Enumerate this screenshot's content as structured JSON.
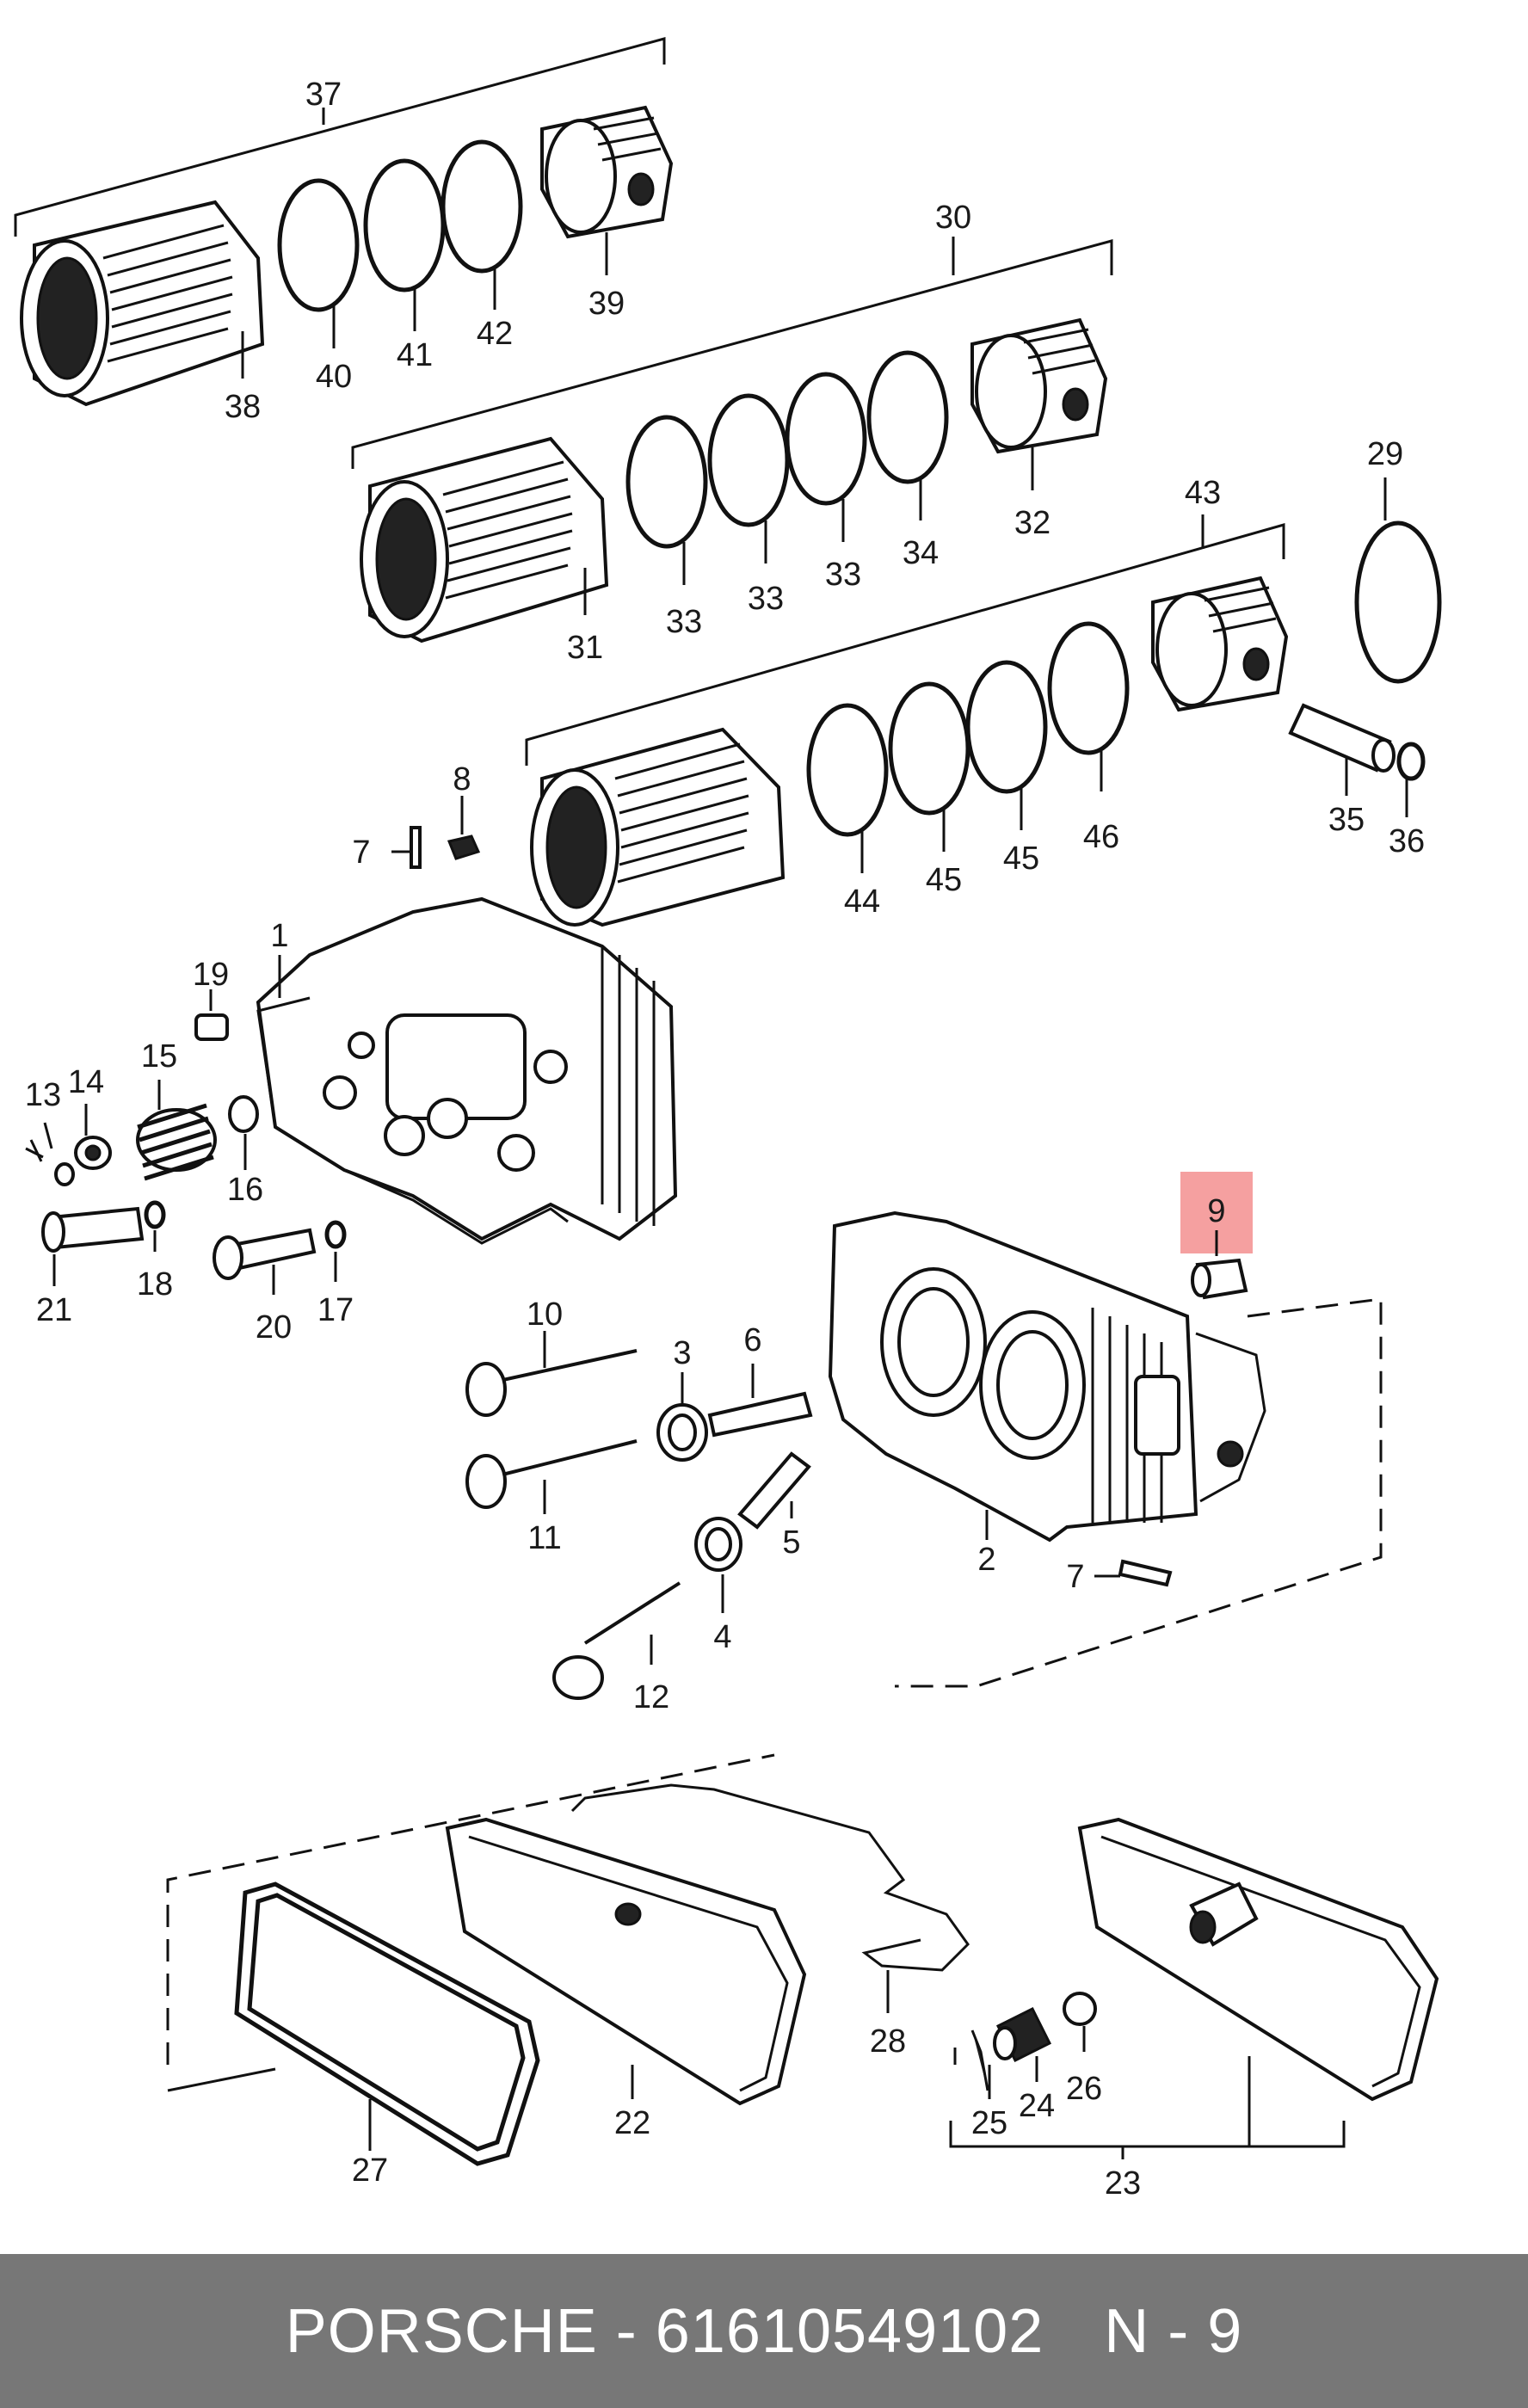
{
  "highlight_color": "#f5a0a0",
  "footer": {
    "brand": "PORSCHE",
    "separator": " - ",
    "part_number": "61610549102",
    "position_label": "N - 9"
  },
  "callouts": {
    "c1": "1",
    "c2": "2",
    "c3": "3",
    "c4": "4",
    "c5": "5",
    "c6": "6",
    "c7a": "7",
    "c7b": "7",
    "c8": "8",
    "c9": "9",
    "c10": "10",
    "c11": "11",
    "c12": "12",
    "c13": "13",
    "c14": "14",
    "c15": "15",
    "c16": "16",
    "c17": "17",
    "c18": "18",
    "c19": "19",
    "c20": "20",
    "c21": "21",
    "c22": "22",
    "c23": "23",
    "c24": "24",
    "c25": "25",
    "c26": "26",
    "c27": "27",
    "c28": "28",
    "c29": "29",
    "c30": "30",
    "c31": "31",
    "c32": "32",
    "c33a": "33",
    "c33b": "33",
    "c33c": "33",
    "c34": "34",
    "c35": "35",
    "c36": "36",
    "c37": "37",
    "c38": "38",
    "c39": "39",
    "c40": "40",
    "c41": "41",
    "c42": "42",
    "c43": "43",
    "c44": "44",
    "c45a": "45",
    "c45b": "45",
    "c46": "46"
  }
}
